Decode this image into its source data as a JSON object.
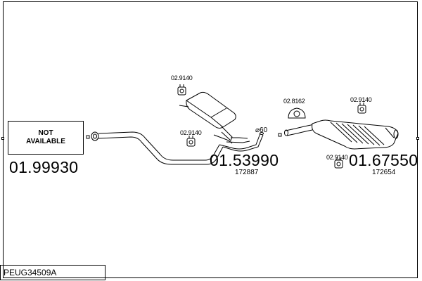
{
  "not_available": {
    "line1": "NOT",
    "line2": "AVAILABLE"
  },
  "parts": {
    "front_pipe": {
      "number": "01.99930"
    },
    "middle_silencer": {
      "number": "01.53990",
      "ref": "172887"
    },
    "rear_silencer": {
      "number": "01.67550",
      "ref": "172654"
    }
  },
  "hangers": {
    "h1": "02.9140",
    "h2": "02.9140",
    "h3": "02.8162",
    "h4": "02.9140",
    "h5": "02.9140"
  },
  "pipe_diameter": "⌀60",
  "drawing_code": "PEUG34509A"
}
